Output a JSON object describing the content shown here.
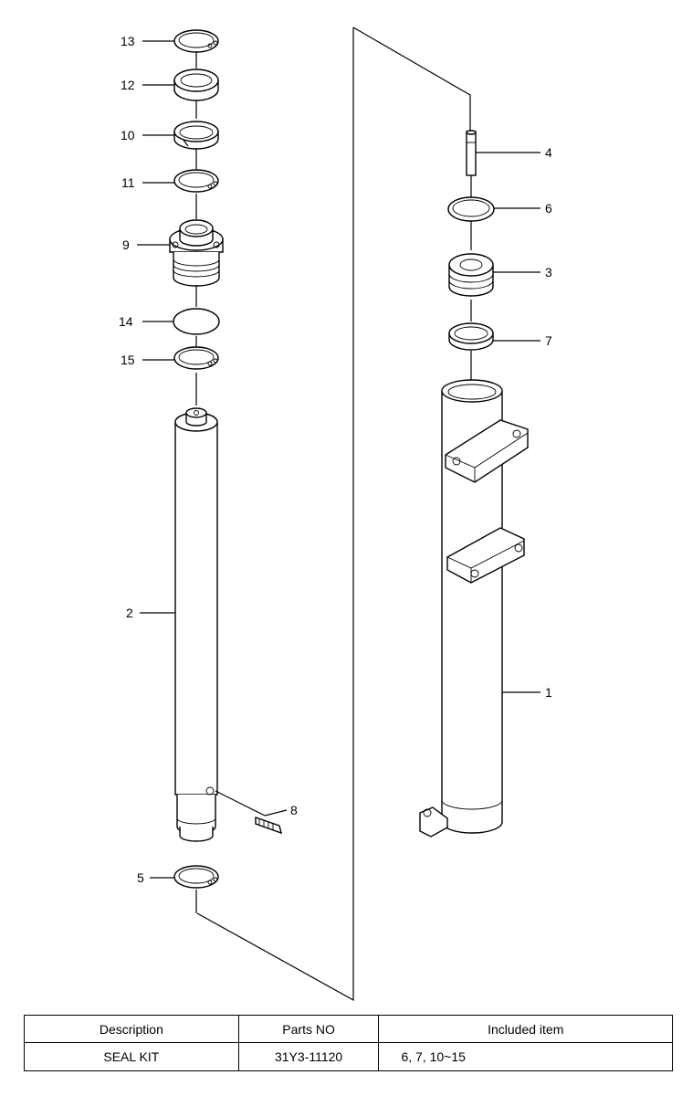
{
  "callouts": {
    "c1": "1",
    "c2": "2",
    "c3": "3",
    "c4": "4",
    "c5": "5",
    "c6": "6",
    "c7": "7",
    "c8": "8",
    "c9": "9",
    "c10": "10",
    "c11": "11",
    "c12": "12",
    "c13": "13",
    "c14": "14",
    "c15": "15"
  },
  "table": {
    "headers": [
      "Description",
      "Parts NO",
      "Included item"
    ],
    "rows": [
      [
        "SEAL KIT",
        "31Y3-11120",
        "6, 7, 10~15"
      ]
    ]
  }
}
